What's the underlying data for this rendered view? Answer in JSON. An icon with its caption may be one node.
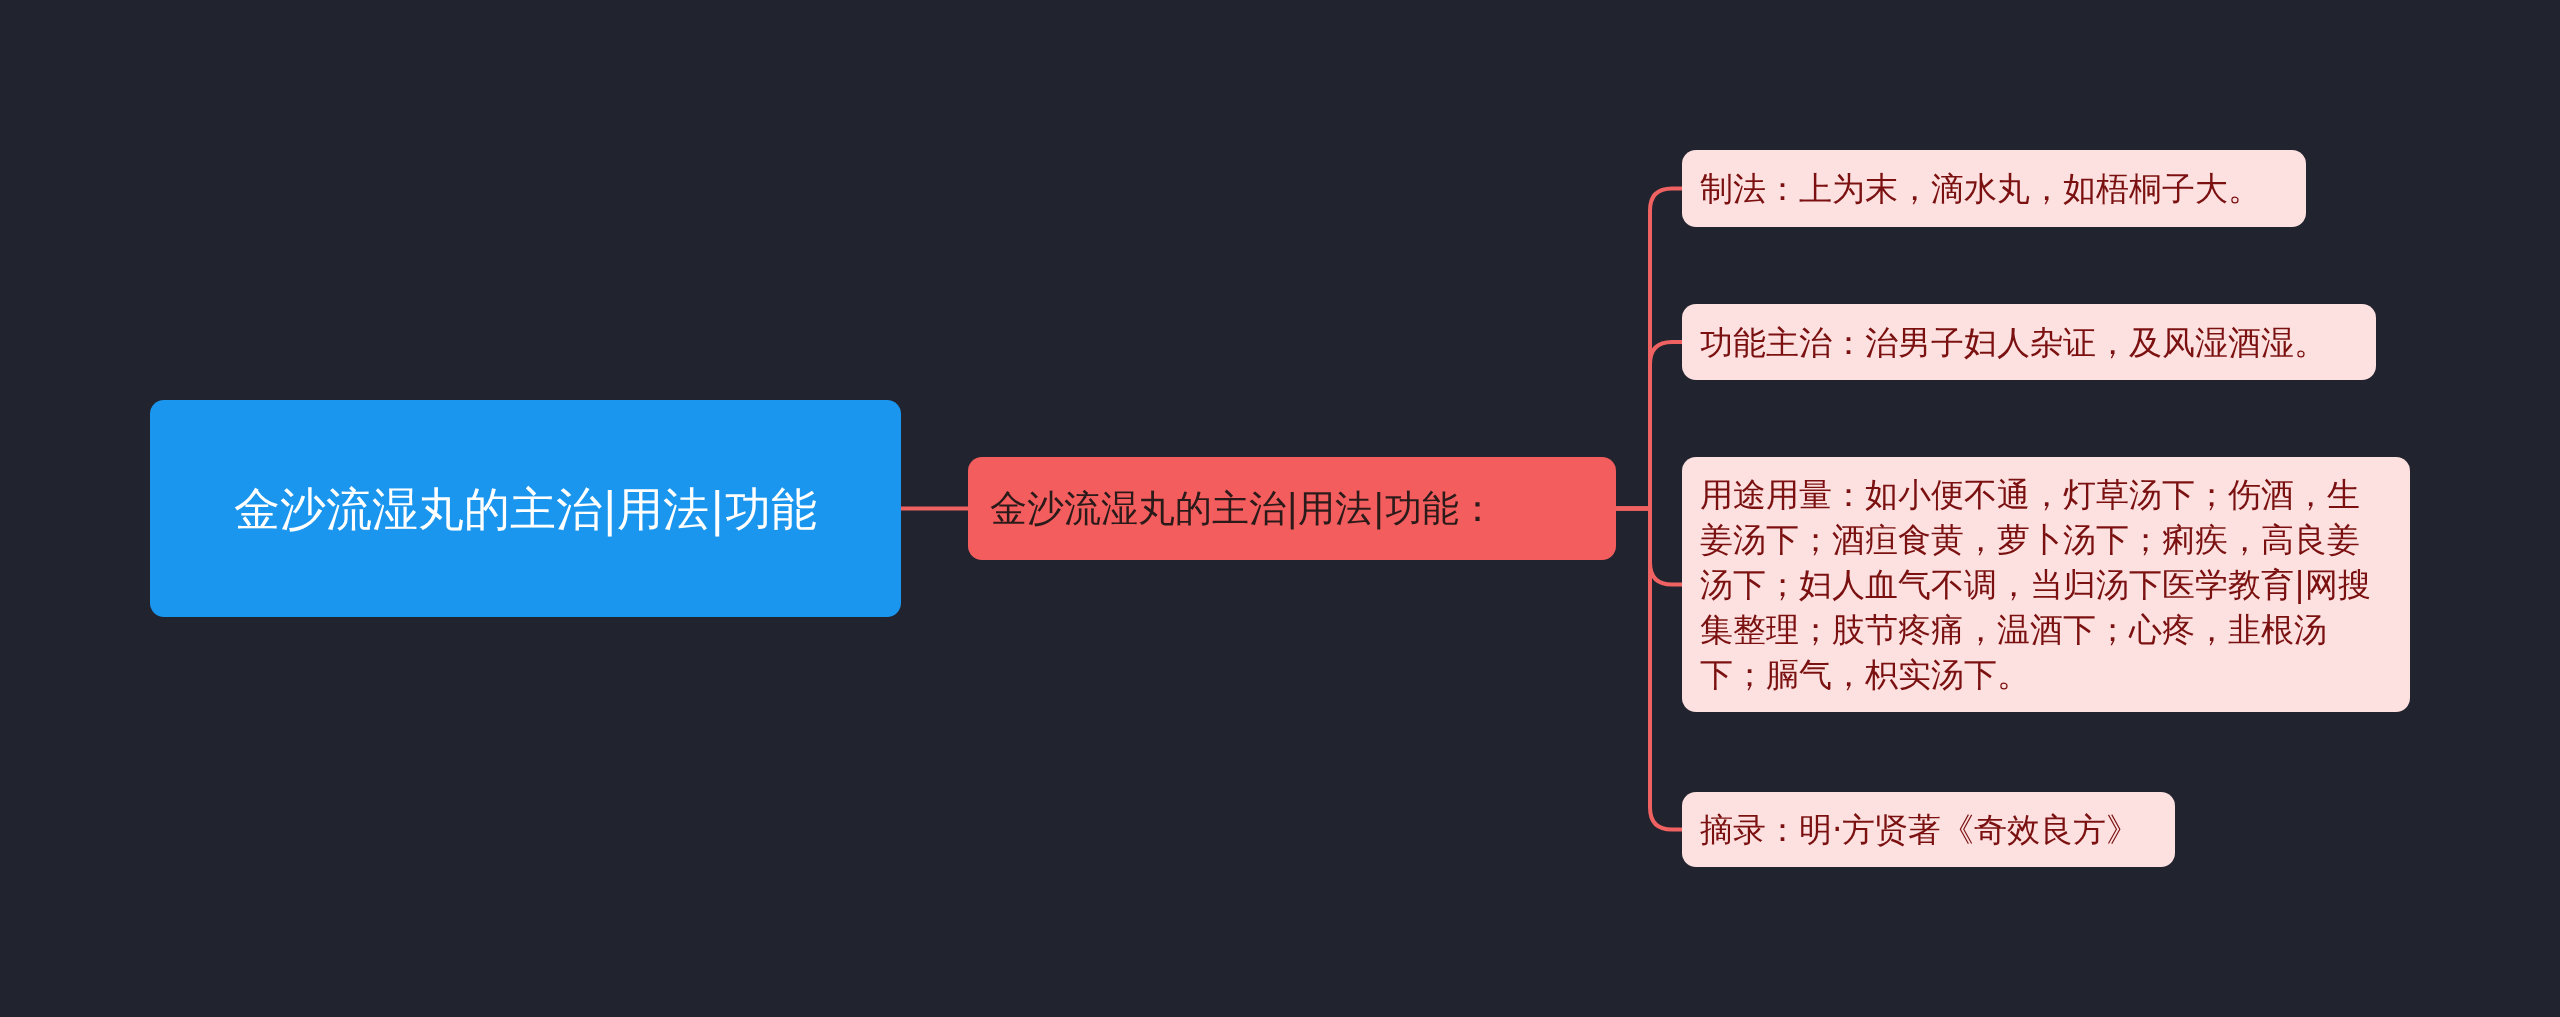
{
  "diagram": {
    "nodes": [
      {
        "text": [
          "金沙流湿丸的主治|用法|功能"
        ]
      },
      {
        "text": [
          "金沙流湿丸的主治|用法|功能："
        ]
      },
      {
        "text": [
          "制法：上为末，滴水丸，如梧桐子大。"
        ]
      },
      {
        "text": [
          "功能主治：治男子妇人杂证，及风湿酒湿。"
        ]
      },
      {
        "text": [
          "用途用量：如小便不通，灯草汤下；伤酒，生姜汤下；酒疸食黄，萝卜汤下；痢疾，高良姜汤下；妇人血气不调，当归汤下医学教育|网搜集整理；肢节疼痛，温酒下；心疼，韭根汤下；膈气，枳实汤下。"
        ]
      },
      {
        "text": [
          "摘录：明·方贤著《奇效良方》"
        ]
      }
    ],
    "edges": [
      {
        "from": 0,
        "to": 1,
        "arrow": "none"
      },
      {
        "from": 1,
        "to": 2,
        "arrow": "none"
      },
      {
        "from": 1,
        "to": 3,
        "arrow": "none"
      },
      {
        "from": 1,
        "to": 4,
        "arrow": "none"
      },
      {
        "from": 1,
        "to": 5,
        "arrow": "none"
      }
    ]
  }
}
